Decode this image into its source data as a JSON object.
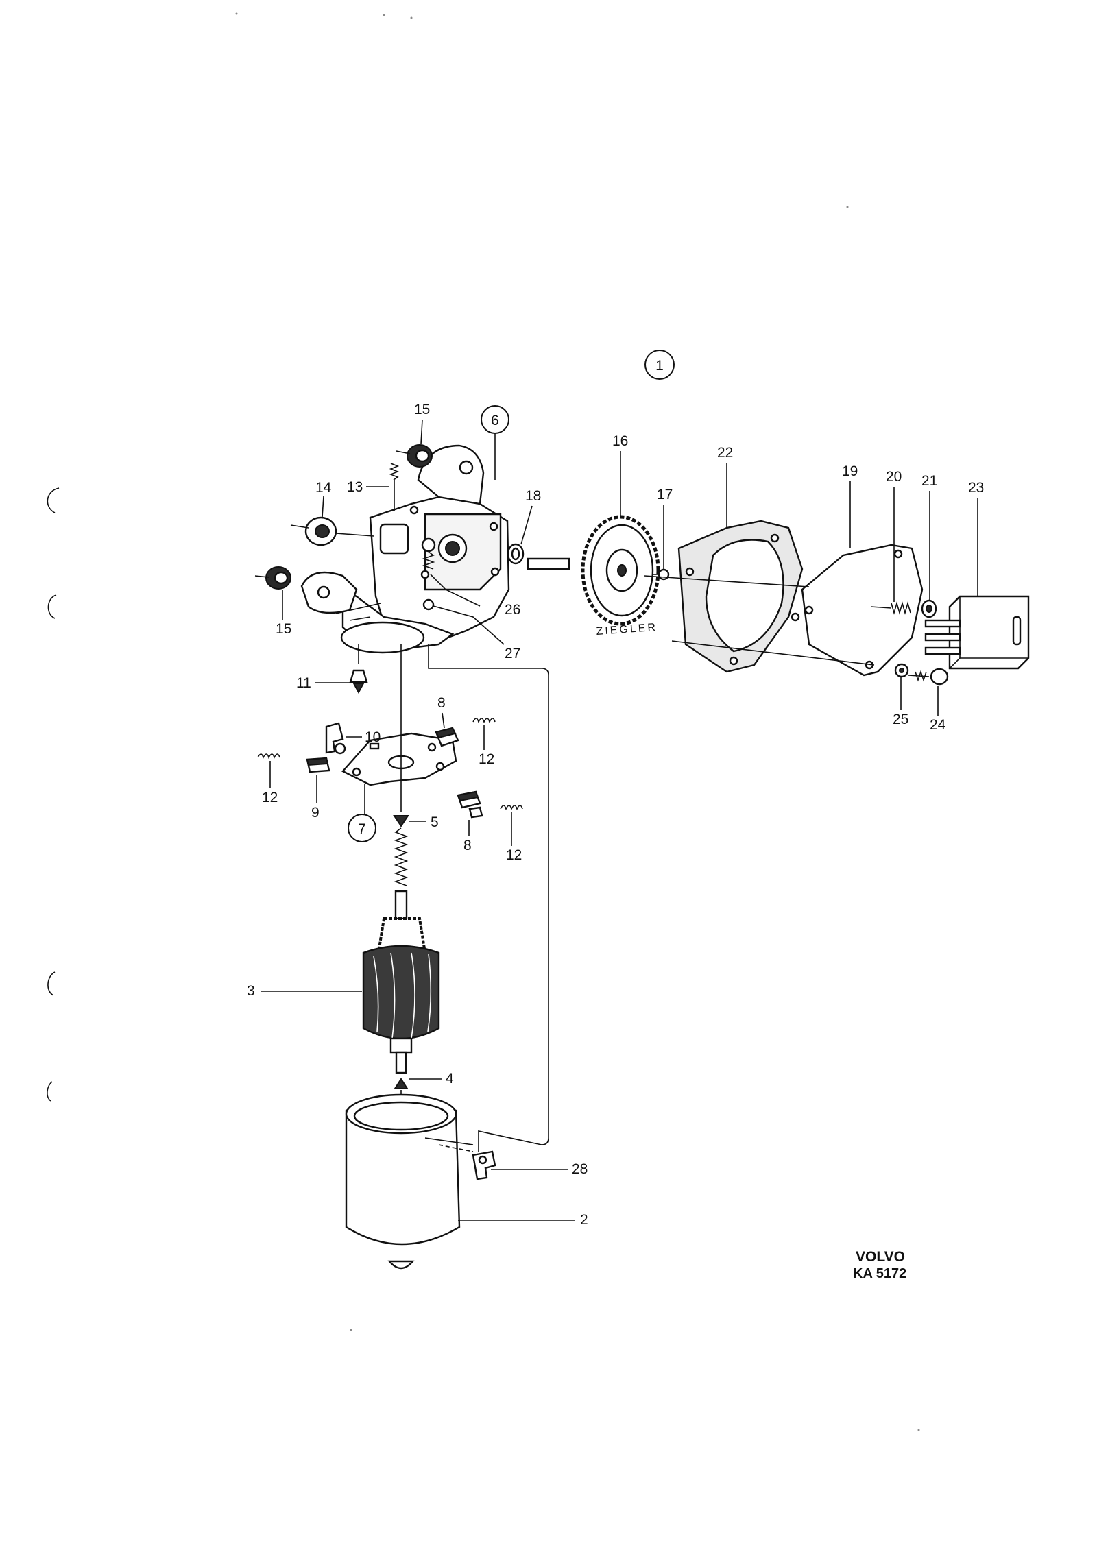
{
  "drawing": {
    "group_number": "1",
    "brand": "VOLVO",
    "drawing_code": "KA 5172",
    "gear_marking": "ZIEGLER"
  },
  "callouts": [
    {
      "id": "c-6",
      "text": "6",
      "circled": true
    },
    {
      "id": "c-7",
      "text": "7",
      "circled": true
    },
    {
      "id": "c-2",
      "text": "2"
    },
    {
      "id": "c-3",
      "text": "3"
    },
    {
      "id": "c-4",
      "text": "4"
    },
    {
      "id": "c-5",
      "text": "5"
    },
    {
      "id": "c-8a",
      "text": "8"
    },
    {
      "id": "c-8b",
      "text": "8"
    },
    {
      "id": "c-9",
      "text": "9"
    },
    {
      "id": "c-10",
      "text": "10"
    },
    {
      "id": "c-11",
      "text": "11"
    },
    {
      "id": "c-12a",
      "text": "12"
    },
    {
      "id": "c-12b",
      "text": "12"
    },
    {
      "id": "c-12c",
      "text": "12"
    },
    {
      "id": "c-13",
      "text": "13"
    },
    {
      "id": "c-14",
      "text": "14"
    },
    {
      "id": "c-15a",
      "text": "15"
    },
    {
      "id": "c-15b",
      "text": "15"
    },
    {
      "id": "c-16",
      "text": "16"
    },
    {
      "id": "c-17",
      "text": "17"
    },
    {
      "id": "c-18",
      "text": "18"
    },
    {
      "id": "c-19",
      "text": "19"
    },
    {
      "id": "c-20",
      "text": "20"
    },
    {
      "id": "c-21",
      "text": "21"
    },
    {
      "id": "c-22",
      "text": "22"
    },
    {
      "id": "c-23",
      "text": "23"
    },
    {
      "id": "c-24",
      "text": "24"
    },
    {
      "id": "c-25",
      "text": "25"
    },
    {
      "id": "c-26",
      "text": "26"
    },
    {
      "id": "c-27",
      "text": "27"
    },
    {
      "id": "c-28",
      "text": "28"
    }
  ]
}
